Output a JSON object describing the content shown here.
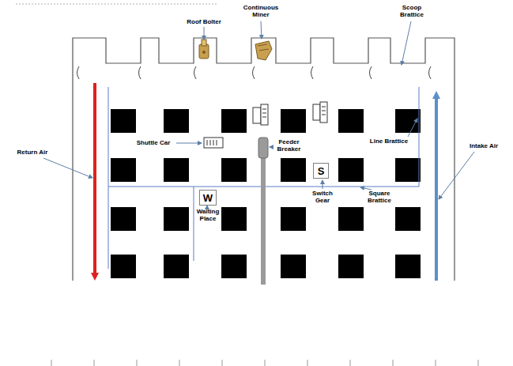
{
  "diagram": {
    "nodes": [
      {
        "text": [
          "W"
        ]
      },
      {
        "text": [
          "S"
        ]
      }
    ],
    "labels": [
      "Roof Bolter",
      "Continuous Miner",
      "Scoop Brattice",
      "Return Air",
      "Shuttle Car",
      "Feeder Breaker",
      "Line Brattice",
      "Intake Air",
      "Waiting Place",
      "Switch Gear",
      "Square Brattice"
    ]
  }
}
